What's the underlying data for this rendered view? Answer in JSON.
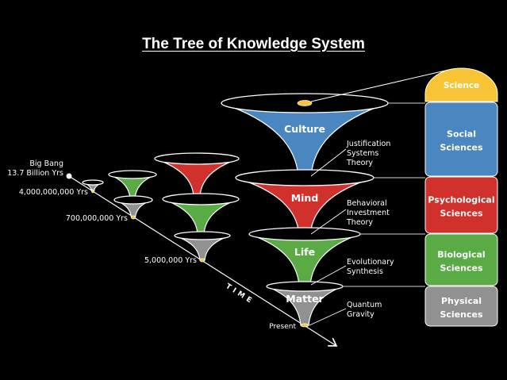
{
  "title": "The Tree of Knowledge System",
  "colors": {
    "culture": "#4a86c0",
    "mind": "#d0312d",
    "life": "#5aab46",
    "matter": "#919191",
    "science": "#f6c435",
    "outline": "#ffffff",
    "joint": "#f6c435",
    "background": "#000000"
  },
  "timeline": {
    "axis_label": "TIME",
    "markers": [
      {
        "id": "big-bang",
        "lines": [
          "Big Bang",
          "13.7 Billion Yrs"
        ]
      },
      {
        "id": "4b",
        "lines": [
          "4,000,000,000 Yrs"
        ]
      },
      {
        "id": "700m",
        "lines": [
          "700,000,000 Yrs"
        ]
      },
      {
        "id": "5m",
        "lines": [
          "5,000,000 Yrs"
        ]
      },
      {
        "id": "present",
        "lines": [
          "Present"
        ]
      }
    ]
  },
  "cones": [
    {
      "id": "culture",
      "label": "Culture"
    },
    {
      "id": "mind",
      "label": "Mind"
    },
    {
      "id": "life",
      "label": "Life"
    },
    {
      "id": "matter",
      "label": "Matter"
    }
  ],
  "theories": [
    {
      "id": "jst",
      "lines": [
        "Justification",
        "Systems",
        "Theory"
      ]
    },
    {
      "id": "bit",
      "lines": [
        "Behavioral",
        "Investment",
        "Theory"
      ]
    },
    {
      "id": "evo",
      "lines": [
        "Evolutionary",
        "Synthesis"
      ]
    },
    {
      "id": "qg",
      "lines": [
        "Quantum",
        "Gravity"
      ]
    }
  ],
  "sciences": [
    {
      "id": "science",
      "lines": [
        "Science"
      ]
    },
    {
      "id": "social",
      "lines": [
        "Social",
        "Sciences"
      ]
    },
    {
      "id": "psychological",
      "lines": [
        "Psychological",
        "Sciences"
      ]
    },
    {
      "id": "biological",
      "lines": [
        "Biological",
        "Sciences"
      ]
    },
    {
      "id": "physical",
      "lines": [
        "Physical",
        "Sciences"
      ]
    }
  ]
}
